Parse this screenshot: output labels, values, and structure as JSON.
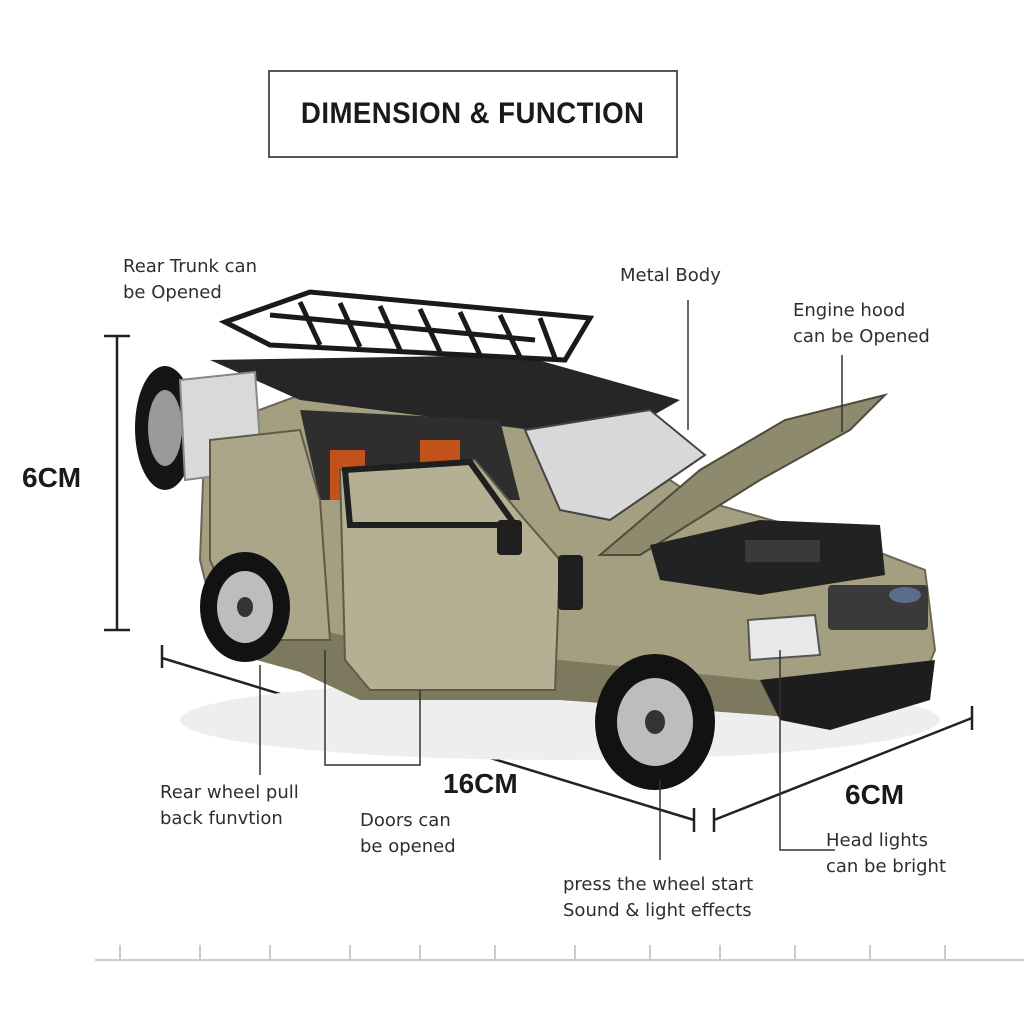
{
  "title": "DIMENSION & FUNCTION",
  "dimensions": {
    "height": "6CM",
    "length": "16CM",
    "width": "6CM"
  },
  "callouts": {
    "rear_trunk": [
      "Rear  Trunk can",
      "be Opened"
    ],
    "metal_body": [
      "Metal Body"
    ],
    "engine_hood": [
      "Engine hood",
      "can be Opened"
    ],
    "rear_wheel": [
      "Rear wheel pull",
      "back funvtion"
    ],
    "doors": [
      "Doors can",
      "be opened"
    ],
    "head_lights": [
      "Head lights",
      "can be bright"
    ],
    "press_wheel": [
      "press the wheel start",
      "Sound & light effects"
    ]
  },
  "colors": {
    "body": "#a49f80",
    "roof": "#262626",
    "interior": "#c2521c",
    "line": "#333333"
  },
  "icons": {
    "car": "toy-suv-illustration"
  }
}
